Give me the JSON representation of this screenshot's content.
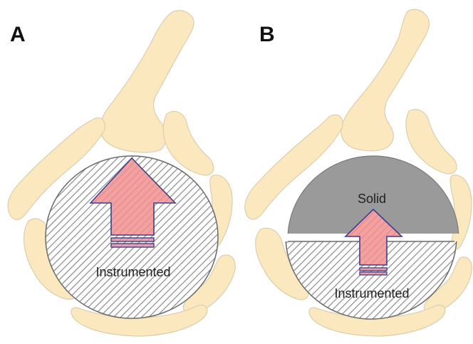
{
  "panels": [
    {
      "letter": "A",
      "label": "Instrumented"
    },
    {
      "letter": "B",
      "top_label": "Solid",
      "bottom_label": "Instrumented"
    }
  ],
  "colors": {
    "bone_fill": "#fbe8bf",
    "bone_stroke": "#d9cfae",
    "hatch_line": "#8a8a8a",
    "solid_fill": "#9a9a9a",
    "arrow_fill": "#f39a9a",
    "arrow_stroke": "#3b3f8f",
    "text": "#222222"
  }
}
